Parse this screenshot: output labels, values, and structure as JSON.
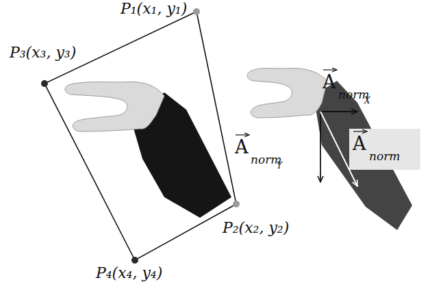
{
  "diagram": {
    "labels": [
      "P₁(x₁, y₁)",
      "P₃(x₃, y₃)",
      "P₂(x₂, y₂)",
      "P₄(x₄, y₄)",
      "A",
      "norm",
      "X",
      "A",
      "norm",
      "Y",
      "A",
      "norm"
    ]
  }
}
